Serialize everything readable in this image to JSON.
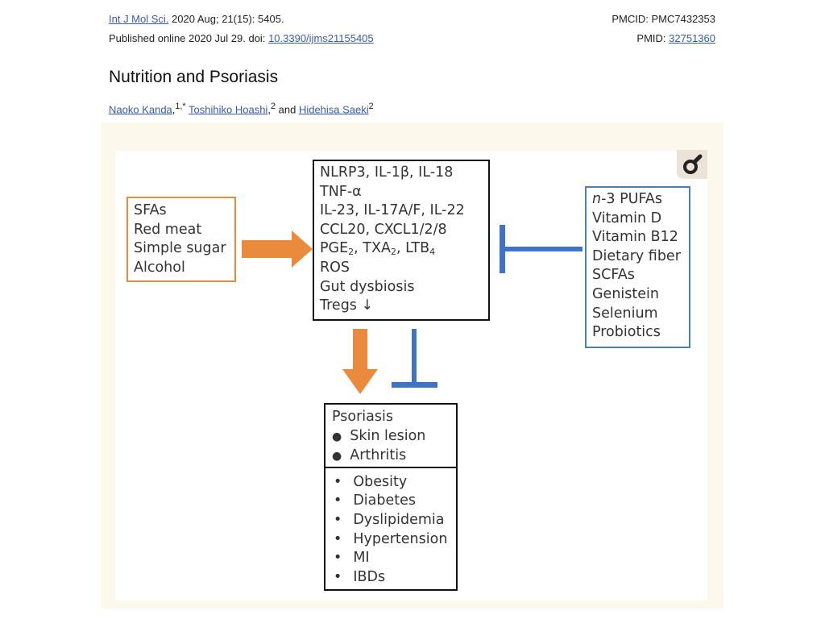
{
  "citation": {
    "journal": "Int J Mol Sci.",
    "issue": "2020 Aug; 21(15): 5405.",
    "published": "Published online 2020 Jul 29. doi:",
    "doi": "10.3390/ijms21155405",
    "pmcid": "PMCID: PMC7432353",
    "pmid_label": "PMID:",
    "pmid": "32751360"
  },
  "title": "Nutrition and Psoriasis",
  "authors": [
    {
      "name": "Naoko Kanda",
      "sup": "1,*"
    },
    {
      "name": "Toshihiko Hoashi",
      "sup": "2"
    },
    {
      "name": "Hidehisa Saeki",
      "sup": "2"
    }
  ],
  "authors_and": "and",
  "figure": {
    "risk_factors": [
      "SFAs",
      "Red meat",
      "Simple sugar",
      "Alcohol"
    ],
    "mediators": {
      "l1": "NLRP3, IL-1β, IL-18",
      "l2": "TNF-α",
      "l3": "IL-23, IL-17A/F, IL-22",
      "l4": "CCL20, CXCL1/2/8",
      "l5a": "PGE",
      "l5b": "2",
      "l5c": ", TXA",
      "l5d": "2",
      "l5e": ", LTB",
      "l5f": "4",
      "l6": "ROS",
      "l7": "Gut dysbiosis",
      "l8": "Tregs ↓"
    },
    "protective_prefix": "n",
    "protective_first": "-3 PUFAs",
    "protective": [
      "Vitamin D",
      "Vitamin B12",
      "Dietary fiber",
      "SCFAs",
      "Genistein",
      "Selenium",
      "Probiotics"
    ],
    "psoriasis_title": "Psoriasis",
    "psoriasis_items": [
      "Skin lesion",
      "Arthritis"
    ],
    "comorbidities": [
      "Obesity",
      "Diabetes",
      "Dyslipidemia",
      "Hypertension",
      "MI",
      "IBDs"
    ],
    "bullet_big": "●",
    "bullet_small": "•"
  }
}
